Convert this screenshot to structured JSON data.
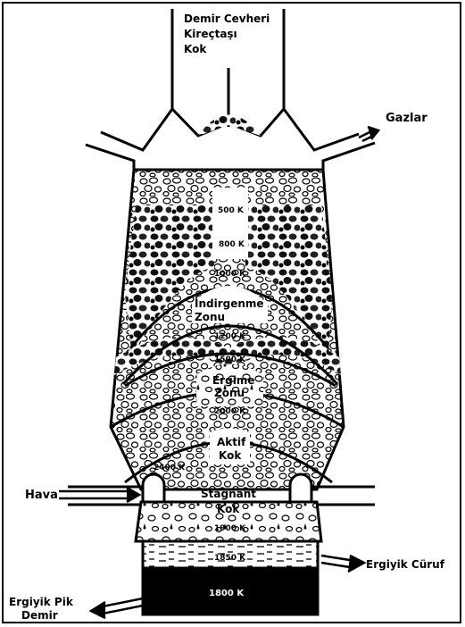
{
  "inputs": {
    "line1": "Demir Cevheri",
    "line2": "Kireçtaşı",
    "line3": "Kok"
  },
  "outputs": {
    "gas": "Gazlar",
    "air": "Hava",
    "slag": "Ergiyik Cüruf",
    "iron_line1": "Ergiyik Pik",
    "iron_line2": "Demir"
  },
  "zones": {
    "reduction_1": "İndirgenme",
    "reduction_2": "Zonu",
    "melting_1": "Ergime",
    "melting_2": "Zonu",
    "active_1": "Aktif",
    "active_2": "Kok",
    "stagnant_1": "Stagnant",
    "stagnant_2": "Kok"
  },
  "temperatures": {
    "t500": "500 K",
    "t800": "800 K",
    "t1000": "1000 K",
    "t1200": "1200 K",
    "t1500": "1500 K",
    "t2000": "2000 K",
    "t2400": "2400 K",
    "t1900": "1900 K",
    "t1850": "1850 K",
    "t1800": "1800 K"
  }
}
